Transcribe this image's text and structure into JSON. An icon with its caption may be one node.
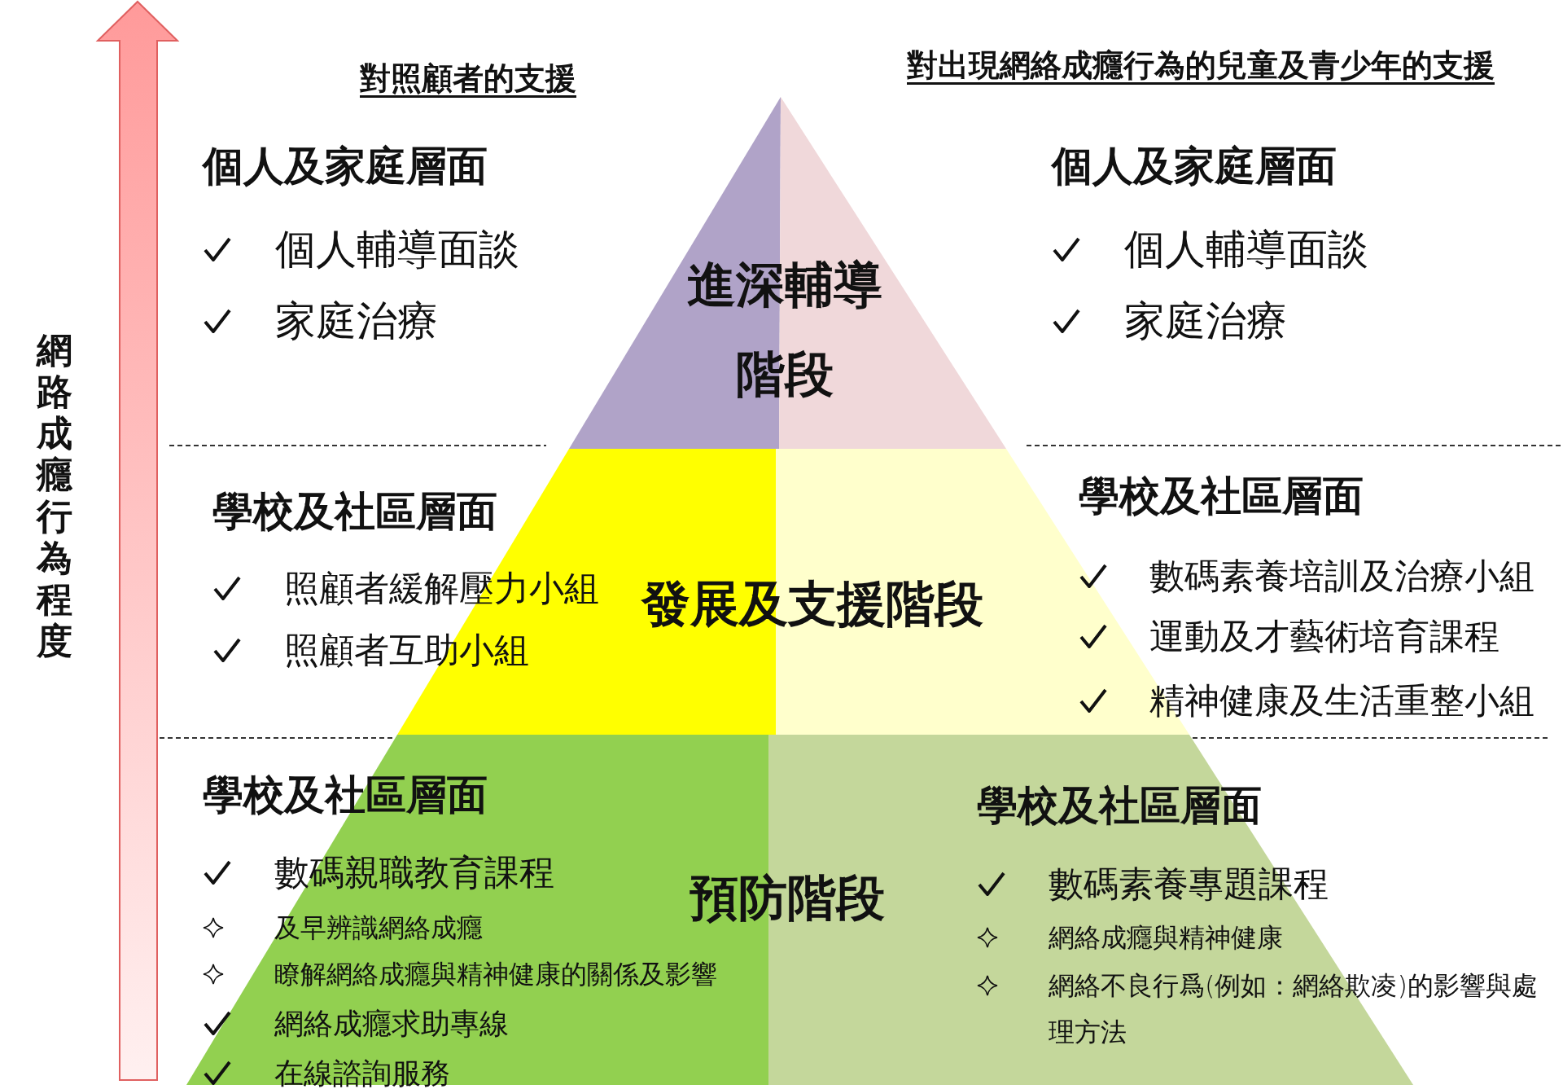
{
  "diagram": {
    "nodes": [
      {
        "text": [
          "進深輔導階段"
        ]
      },
      {
        "text": [
          "發展及支援階段"
        ]
      },
      {
        "text": [
          "預防階段"
        ]
      }
    ],
    "labels": [
      "對照顧者的支援",
      "對出現網絡成癮行為的兒童及青少年的支援",
      "個人及家庭層面",
      "個人輔導面談",
      "家庭治療",
      "個人及家庭層面",
      "個人輔導面談",
      "家庭治療",
      "學校及社區層面",
      "照顧者緩解壓力小組",
      "照顧者互助小組",
      "學校及社區層面",
      "數碼素養培訓及治療小組",
      "運動及才藝術培育課程",
      "精神健康及生活重整小組",
      "學校及社區層面",
      "數碼親職教育課程",
      "及早辨識網絡成癮",
      "瞭解網絡成癮與精神健康的關係及影響",
      "網絡成癮求助專線",
      "在線諮詢服務",
      "學校及社區層面",
      "數碼素養專題課程",
      "網絡成癮與精神健康",
      "網絡不良行爲(例如：網絡欺凌)的影響與處理方法",
      "網路成癮行為程度"
    ]
  }
}
